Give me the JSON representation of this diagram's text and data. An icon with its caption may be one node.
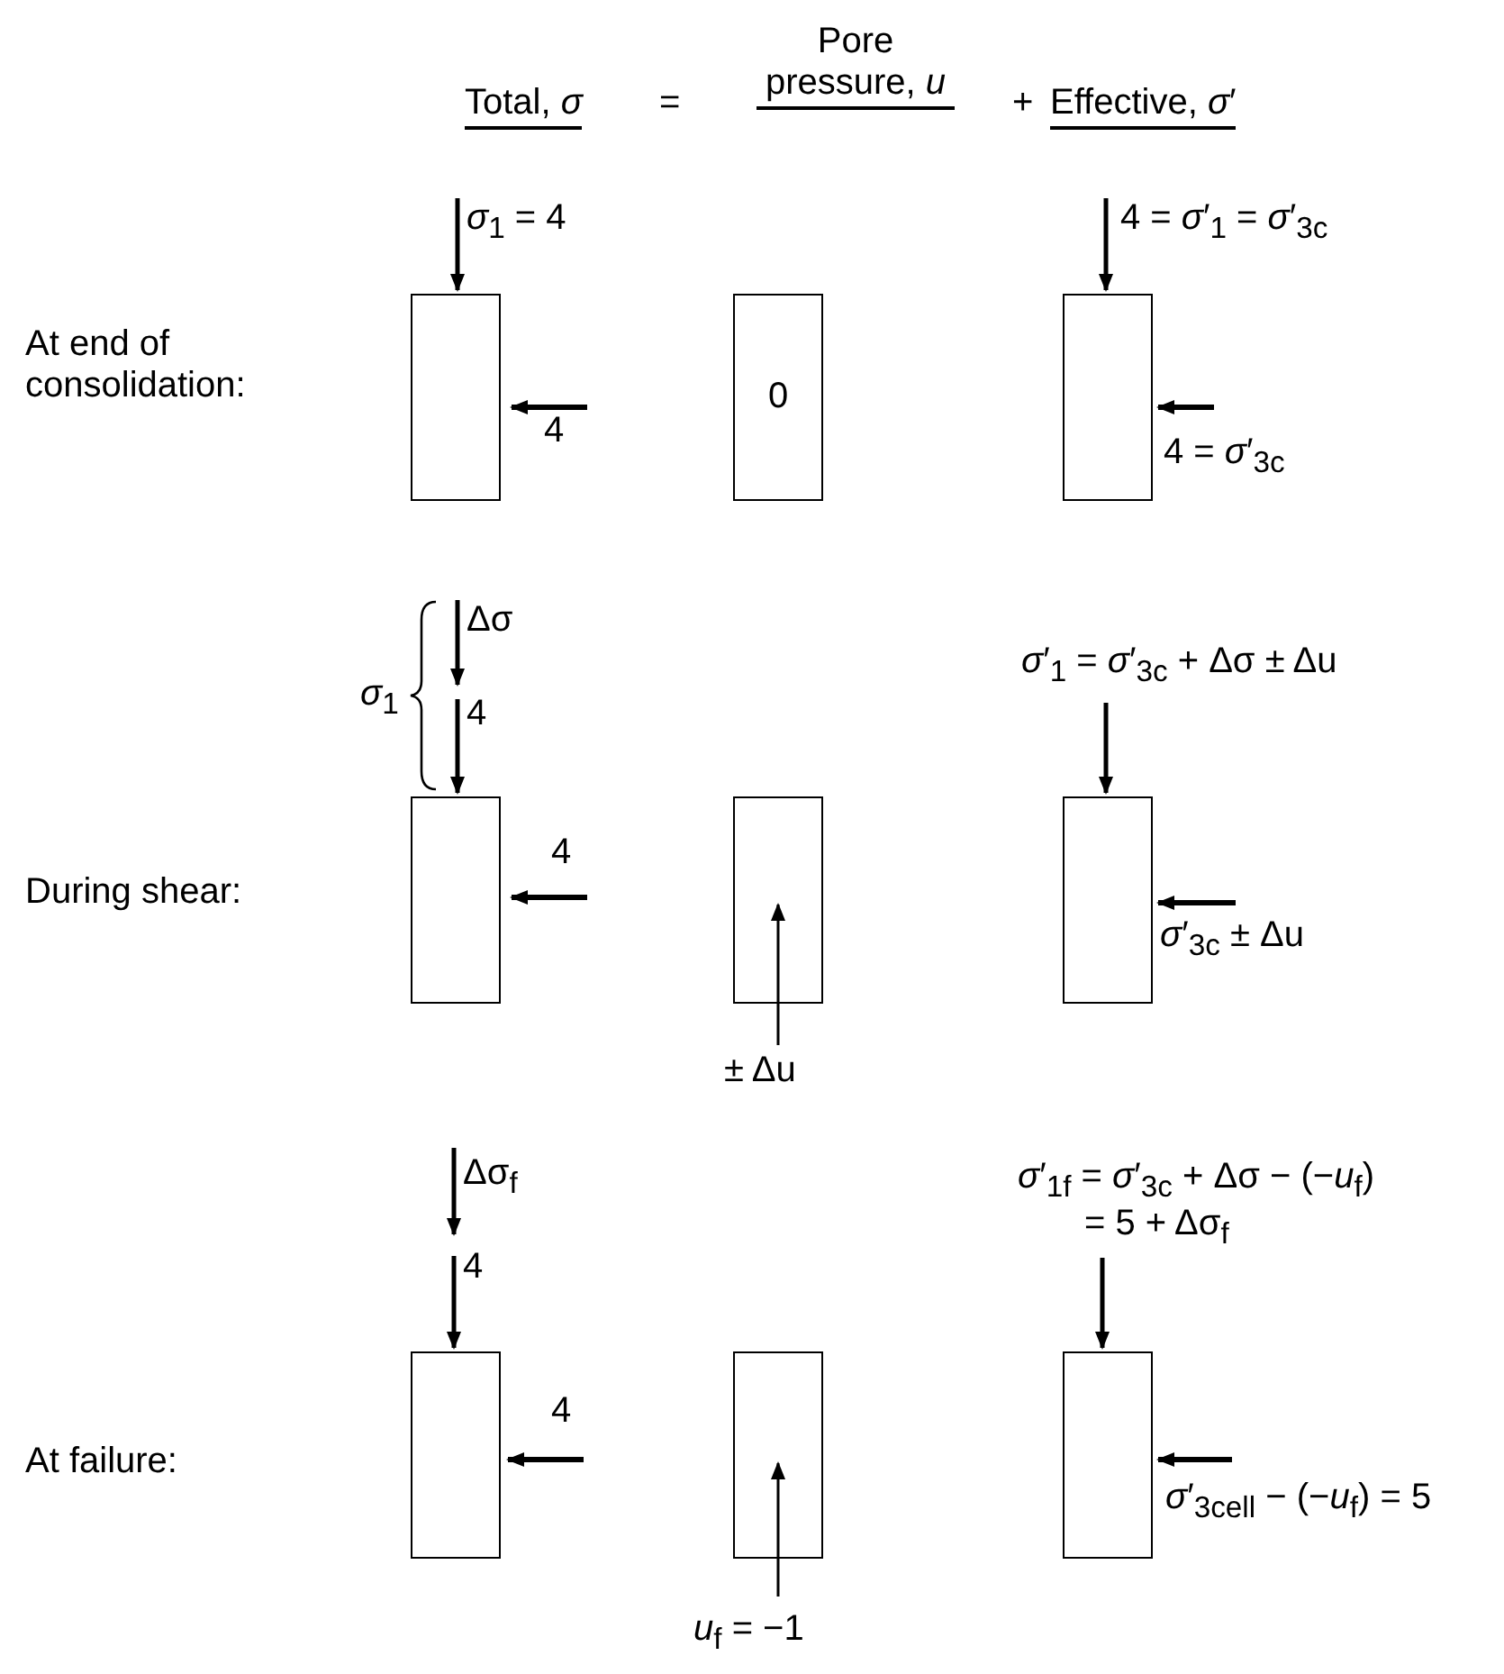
{
  "diagram": {
    "nodes": [
      {
        "text": [],
        "shape": "box"
      },
      {
        "text": [
          "0"
        ]
      },
      {
        "text": [],
        "shape": "box"
      },
      {
        "text": [],
        "shape": "box"
      },
      {
        "text": [],
        "shape": "box"
      },
      {
        "text": [],
        "shape": "box"
      },
      {
        "text": [],
        "shape": "box"
      },
      {
        "text": [],
        "shape": "box"
      },
      {
        "text": [],
        "shape": "box"
      }
    ],
    "edges": [],
    "labels": [
      "Total, *σ*",
      "=",
      "Pore pressure, *u*",
      "+",
      "Effective, *σ*′",
      "*σ*$_{1}$ = 4",
      "4 = *σ*′$_{1}$ = *σ*′$_{3c}$",
      "At end of consolidation:",
      "4",
      "4 = *σ*′$_{3c}$",
      "Δσ",
      "*σ*$_{1}$",
      "4",
      "*σ*′$_{1}$ = *σ*′$_{3c}$ + Δσ ± Δu",
      "During shear:",
      "4",
      "*σ*′$_{3c}$ ± Δu",
      "± Δu",
      "Δσ$_{f}$",
      "4",
      "*σ*′$_{1f}$ = *σ*′$_{3c}$ + Δσ − (−*u*$_{f}$)",
      "= 5 + Δσ$_{f}$",
      "At failure:",
      "4",
      "*σ*′$_{3cell}$ − (−*u*$_{f}$) = 5",
      "*u*$_{f}$ = −1"
    ]
  }
}
